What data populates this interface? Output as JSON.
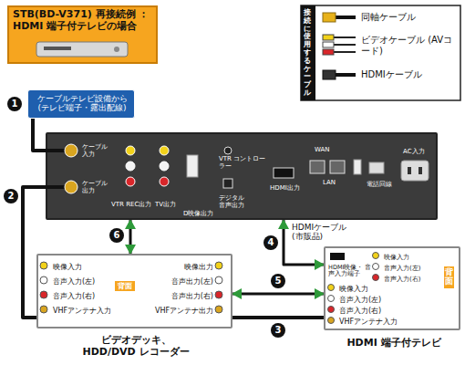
{
  "diagram": {
    "title": "STB(BD-V371) 再接続例 ：HDMI 端子付テレビの場合",
    "nodes": [
      {
        "text": [
          "ケーブルテレビ設備から (テレビ端子・露出配線)"
        ]
      },
      {
        "text": [
          "ケーブル 入力",
          "ケーブル 出力",
          "VTR REC出力",
          "TV出力",
          "D映像出力",
          "VTR コントローラー",
          "デジタル 音声出力",
          "HDMI出力",
          "WAN",
          "LAN",
          "電話回線",
          "AC入力"
        ]
      },
      {
        "text": [
          "背面",
          "映像入力",
          "音声入力(左)",
          "音声入力(右)",
          "VHFアンテナ入力",
          "映像出力",
          "音声出力(左)",
          "音声出力(右)",
          "VHFアンテナ出力",
          "ビデオデッキ、 HDD/DVD レコーダー"
        ]
      },
      {
        "text": [
          "HDMI映像・ 音声入力端子",
          "映像入力",
          "音声入力(左)",
          "音声入力(右)",
          "背面",
          "映像入力",
          "音声入力(左)",
          "音声入力(右)",
          "VHFアンテナ入力",
          "HDMI 端子付テレビ"
        ]
      }
    ],
    "edges": [
      {
        "from": 0,
        "to": 1,
        "arrow": "none"
      },
      {
        "from": 1,
        "to": 2,
        "arrow": "none"
      },
      {
        "from": 1,
        "to": 2,
        "arrow": "both"
      },
      {
        "from": 1,
        "to": 3,
        "arrow": "both"
      },
      {
        "from": 2,
        "to": 3,
        "arrow": "both"
      },
      {
        "from": 2,
        "to": 3,
        "arrow": "none"
      }
    ],
    "labels": [
      "1",
      "2",
      "3",
      "4",
      "5",
      "6",
      "HDMIケーブル (市販品)",
      "接続に使用するケーブル"
    ],
    "legend": [
      {
        "text": "同軸ケーブル"
      },
      {
        "text": "ビデオケーブル (AVコード)"
      },
      {
        "text": "HDMIケーブル"
      }
    ]
  }
}
